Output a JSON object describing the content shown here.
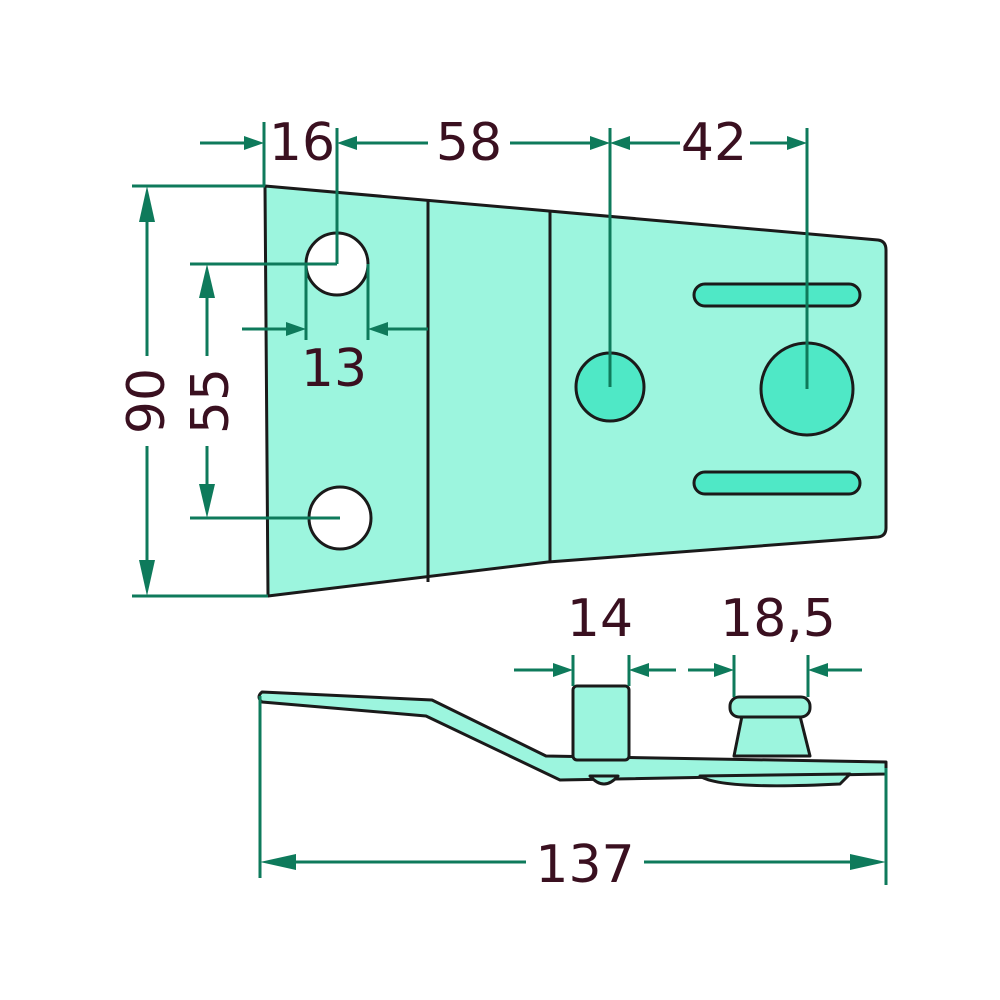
{
  "colors": {
    "part_fill": "#9cf5de",
    "boss_fill": "#4fe8c6",
    "outline": "#1a1a1a",
    "dimension_line": "#0e7a5b",
    "dimension_text": "#3a1020"
  },
  "dimensions": {
    "d16": "16",
    "d58": "58",
    "d42": "42",
    "d90": "90",
    "d55": "55",
    "d13": "13",
    "d14": "14",
    "d18_5": "18,5",
    "d137": "137"
  }
}
